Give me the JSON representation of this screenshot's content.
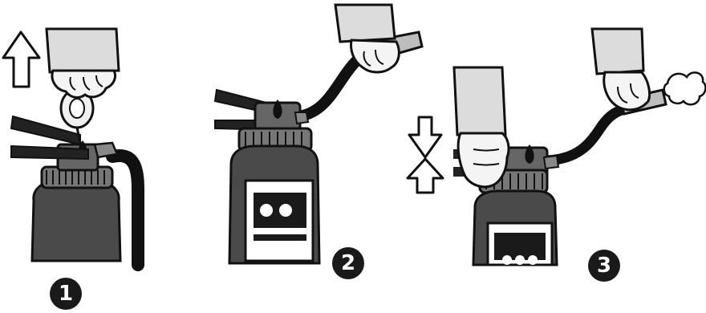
{
  "diagram": {
    "steps": [
      {
        "number": "1",
        "action": "pull-pin-up"
      },
      {
        "number": "2",
        "action": "hold-hose-nozzle"
      },
      {
        "number": "3",
        "action": "squeeze-lever-discharge"
      }
    ],
    "colors": {
      "outline": "#111111",
      "cylinder": "#4a4a4a",
      "hose": "#1a1a1a",
      "sleeve": "#dcdcdc",
      "skin": "#f4f4f4",
      "label": "#ffffff"
    },
    "icons": [
      "up-arrow-icon",
      "down-arrow-icon",
      "spray-cloud-icon"
    ]
  }
}
